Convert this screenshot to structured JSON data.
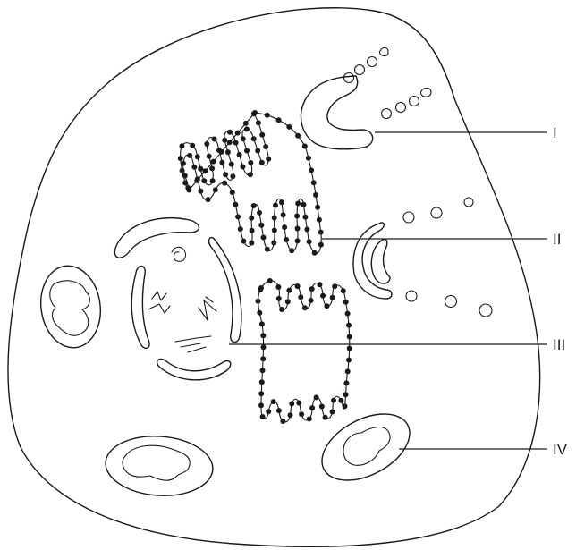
{
  "labels": {
    "l1": "I",
    "l2": "II",
    "l3": "III",
    "l4": "IV"
  }
}
